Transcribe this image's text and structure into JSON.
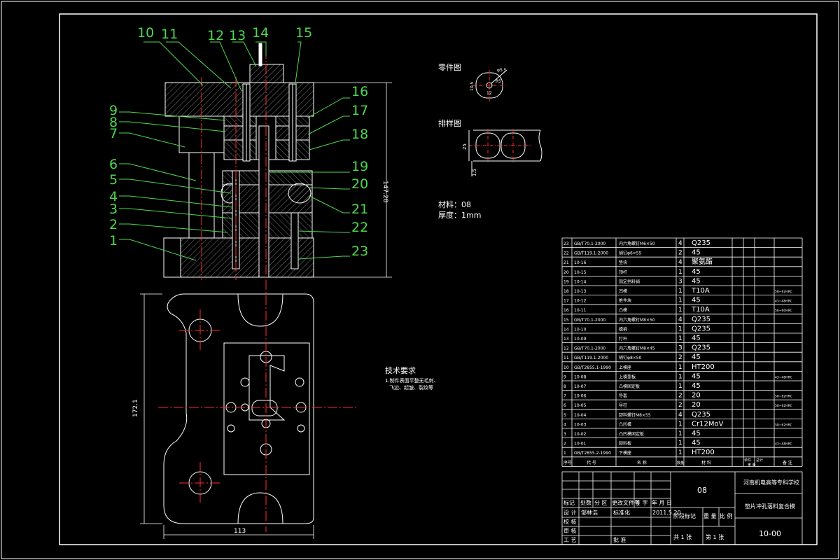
{
  "part_labels": [
    "1",
    "2",
    "3",
    "4",
    "5",
    "6",
    "7",
    "8",
    "9",
    "10",
    "11",
    "12",
    "13",
    "14",
    "15",
    "16",
    "17",
    "18",
    "19",
    "20",
    "21",
    "22",
    "23"
  ],
  "sketch": {
    "part_title": "零件图",
    "strip_title": "排样图",
    "material_label": "材料：08",
    "thickness_label": "厚度：1mm",
    "dim_width": "113",
    "dim_height": "172.1",
    "dim_total_height": "147.28",
    "dim_strip_width": "25",
    "dim_gap": "1.5",
    "part_dim_a": "10.5",
    "part_dim_b": "12",
    "part_dim_c": "R5",
    "part_dim_d": "φ5.5"
  },
  "tech_requirements": {
    "title": "技术要求",
    "line1": "1.制件表面平整无毛刺、",
    "line2": "飞边、起皱、裂纹等"
  },
  "bom": {
    "rows": [
      {
        "no": "23",
        "code": "GB/T70.1-2000",
        "name": "内六角螺钉M6×50",
        "qty": "4",
        "mat": "Q235",
        "note": ""
      },
      {
        "no": "22",
        "code": "GB/T119.1-2000",
        "name": "销钉φ6×55",
        "qty": "2",
        "mat": "45",
        "note": ""
      },
      {
        "no": "21",
        "code": "10-16",
        "name": "垫块",
        "qty": "4",
        "mat": "聚氨酯",
        "note": ""
      },
      {
        "no": "20",
        "code": "10-15",
        "name": "顶杆",
        "qty": "1",
        "mat": "45",
        "note": ""
      },
      {
        "no": "19",
        "code": "10-14",
        "name": "固定挡料销",
        "qty": "3",
        "mat": "45",
        "note": ""
      },
      {
        "no": "18",
        "code": "10-13",
        "name": "凹模",
        "qty": "1",
        "mat": "T10A",
        "note": "58~62HRC"
      },
      {
        "no": "17",
        "code": "10-12",
        "name": "推件块",
        "qty": "1",
        "mat": "45",
        "note": "43~48HRC"
      },
      {
        "no": "16",
        "code": "10-11",
        "name": "凸模",
        "qty": "1",
        "mat": "T10A",
        "note": "56~60HRC"
      },
      {
        "no": "15",
        "code": "GB/T70.1-2000",
        "name": "内六角螺钉M8×50",
        "qty": "4",
        "mat": "Q235",
        "note": ""
      },
      {
        "no": "14",
        "code": "10-10",
        "name": "模柄",
        "qty": "1",
        "mat": "Q235",
        "note": ""
      },
      {
        "no": "13",
        "code": "10-09",
        "name": "打杆",
        "qty": "1",
        "mat": "45",
        "note": ""
      },
      {
        "no": "12",
        "code": "GB/T70.1-2000",
        "name": "内六角螺钉M8×45",
        "qty": "3",
        "mat": "Q235",
        "note": ""
      },
      {
        "no": "11",
        "code": "GB/T119.1-2000",
        "name": "销钉φ8×50",
        "qty": "2",
        "mat": "45",
        "note": ""
      },
      {
        "no": "10",
        "code": "GB/T2855.1-1990",
        "name": "上模座",
        "qty": "1",
        "mat": "HT200",
        "note": ""
      },
      {
        "no": "9",
        "code": "10-08",
        "name": "上模垫板",
        "qty": "1",
        "mat": "45",
        "note": "43~48HRC"
      },
      {
        "no": "8",
        "code": "10-07",
        "name": "凸模固定板",
        "qty": "1",
        "mat": "45",
        "note": ""
      },
      {
        "no": "7",
        "code": "10-06",
        "name": "导套",
        "qty": "2",
        "mat": "20",
        "note": "58~62HRC"
      },
      {
        "no": "6",
        "code": "10-05",
        "name": "导柱",
        "qty": "2",
        "mat": "20",
        "note": "58~62HRC"
      },
      {
        "no": "5",
        "code": "10-04",
        "name": "卸料螺钉M8×55",
        "qty": "4",
        "mat": "Q235",
        "note": ""
      },
      {
        "no": "4",
        "code": "10-03",
        "name": "凸凹模",
        "qty": "1",
        "mat": "Cr12MoV",
        "note": "58~62HRC"
      },
      {
        "no": "3",
        "code": "10-02",
        "name": "凸凹模固定板",
        "qty": "1",
        "mat": "45",
        "note": ""
      },
      {
        "no": "2",
        "code": "10-01",
        "name": "卸料板",
        "qty": "1",
        "mat": "45",
        "note": "43~48HRC"
      },
      {
        "no": "1",
        "code": "GB/T2855.2-1990",
        "name": "下模座",
        "qty": "1",
        "mat": "HT200",
        "note": ""
      }
    ],
    "header": {
      "no": "序号",
      "code": "代 号",
      "name": "名 称",
      "qty": "数量",
      "mat": "材 料",
      "single": "单件",
      "total": "总计",
      "weight": "重 量",
      "note": "备 注"
    }
  },
  "title_block": {
    "material_code": "08",
    "school": "河南机电高等专科学校",
    "drawing_name": "垫片冲孔落料复合模",
    "drawing_no": "10-00",
    "mark": "标记",
    "count": "处数",
    "zone": "分 区",
    "change_doc": "更改文件号",
    "sign": "签 字",
    "date": "年 月 日",
    "design": "设 计",
    "designer": "邹林浩",
    "standard": "标准化",
    "check": "校 核",
    "review": "审 核",
    "process": "工 艺",
    "approve": "批 准",
    "stage": "阶段标记",
    "weight": "重 量",
    "scale": "比 例",
    "total_sheets": "共 1 张",
    "sheet_no": "第 1 张",
    "date_value": "2011.5.20"
  },
  "colors": {
    "bg": "#000000",
    "line": "#ffffff",
    "center": "#ff2b2b",
    "leader": "#4fd84f"
  }
}
